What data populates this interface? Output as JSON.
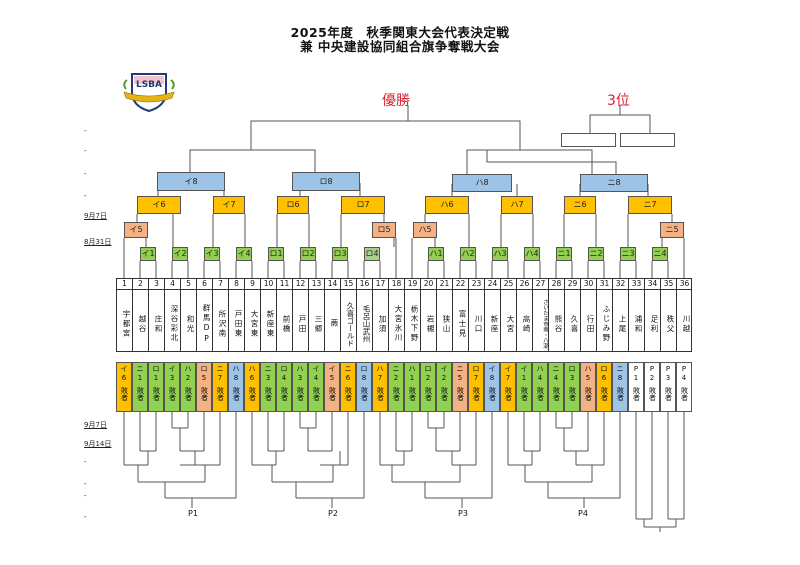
{
  "header": {
    "title_line1": "2025年度　秋季関東大会代表決定戦",
    "title_line2": "兼 中央建設協同組合旗争奪戦大会"
  },
  "logo": {
    "text": "LSBA",
    "icon": "baseball-shield-emblem"
  },
  "labels": {
    "champion": "優勝",
    "third_place": "3位"
  },
  "colors": {
    "blue": "#9dc3e6",
    "orange": "#ffc000",
    "salmon": "#f4b183",
    "green": "#92d050",
    "light_green": "#a9d18e",
    "red_text": "#d9252f"
  },
  "side_dates_top": [
    "-",
    "-",
    "-",
    "-",
    "9月7日",
    "8月31日"
  ],
  "side_dates_bottom": [
    "9月7日",
    "9月14日",
    "-",
    "-",
    "-",
    "-"
  ],
  "games": {
    "i8": "イ8",
    "ro8": "ロ8",
    "ha8": "ハ8",
    "ni8": "ニ8",
    "i6": "イ6",
    "i7": "イ7",
    "ro6": "ロ6",
    "ro7": "ロ7",
    "ha6": "ハ6",
    "ha7": "ハ7",
    "ni6": "ニ6",
    "ni7": "ニ7",
    "i5": "イ5",
    "ro5": "ロ5",
    "ha5": "ハ5",
    "ni5": "ニ5",
    "i1": "イ1",
    "i2": "イ2",
    "i3": "イ3",
    "i4": "イ4",
    "ro1": "ロ1",
    "ro2": "ロ2",
    "ro3": "ロ3",
    "ro4": "ロ4",
    "ha1": "ハ1",
    "ha2": "ハ2",
    "ha3": "ハ3",
    "ha4": "ハ4",
    "ni1": "ニ1",
    "ni2": "ニ2",
    "ni3": "ニ3",
    "ni4": "ニ4"
  },
  "teams": [
    {
      "no": "1",
      "name": "宇都宮"
    },
    {
      "no": "2",
      "name": "越谷"
    },
    {
      "no": "3",
      "name": "庄和"
    },
    {
      "no": "4",
      "name": "深谷彩北"
    },
    {
      "no": "5",
      "name": "和光"
    },
    {
      "no": "6",
      "name": "群馬DP"
    },
    {
      "no": "7",
      "name": "所沢南"
    },
    {
      "no": "8",
      "name": "戸田東"
    },
    {
      "no": "9",
      "name": "大宮東"
    },
    {
      "no": "10",
      "name": "新座東"
    },
    {
      "no": "11",
      "name": "前橋"
    },
    {
      "no": "12",
      "name": "戸田"
    },
    {
      "no": "13",
      "name": "三郷"
    },
    {
      "no": "14",
      "name": "蕨"
    },
    {
      "no": "15",
      "name": "久喜ゴールド"
    },
    {
      "no": "16",
      "name": "毛呂山武州"
    },
    {
      "no": "17",
      "name": "加須"
    },
    {
      "no": "18",
      "name": "大宮氷川"
    },
    {
      "no": "19",
      "name": "栃木下野"
    },
    {
      "no": "20",
      "name": "岩槻"
    },
    {
      "no": "21",
      "name": "狭山"
    },
    {
      "no": "22",
      "name": "富士見"
    },
    {
      "no": "23",
      "name": "川口"
    },
    {
      "no": "24",
      "name": "新座"
    },
    {
      "no": "25",
      "name": "大宮"
    },
    {
      "no": "26",
      "name": "高崎"
    },
    {
      "no": "27",
      "name": "さいたま市南・八潮"
    },
    {
      "no": "28",
      "name": "熊谷"
    },
    {
      "no": "29",
      "name": "久喜"
    },
    {
      "no": "30",
      "name": "行田"
    },
    {
      "no": "31",
      "name": "ふじみ野"
    },
    {
      "no": "32",
      "name": "上尾"
    },
    {
      "no": "33",
      "name": "浦和"
    },
    {
      "no": "34",
      "name": "足利"
    },
    {
      "no": "35",
      "name": "秩父"
    },
    {
      "no": "36",
      "name": "川越"
    }
  ],
  "loser_suffix": "敗者",
  "losers": [
    {
      "game": "イ6",
      "color": "orange"
    },
    {
      "game": "ニ1",
      "color": "green"
    },
    {
      "game": "ロ1",
      "color": "green"
    },
    {
      "game": "イ3",
      "color": "green"
    },
    {
      "game": "ハ2",
      "color": "green"
    },
    {
      "game": "ロ5",
      "color": "salmon"
    },
    {
      "game": "ニ7",
      "color": "orange"
    },
    {
      "game": "ハ8",
      "color": "blue"
    },
    {
      "game": "ハ6",
      "color": "orange"
    },
    {
      "game": "ニ3",
      "color": "green"
    },
    {
      "game": "ロ4",
      "color": "green"
    },
    {
      "game": "ハ3",
      "color": "green"
    },
    {
      "game": "イ4",
      "color": "green"
    },
    {
      "game": "イ5",
      "color": "salmon"
    },
    {
      "game": "ニ6",
      "color": "orange"
    },
    {
      "game": "ロ8",
      "color": "blue"
    },
    {
      "game": "ハ7",
      "color": "orange"
    },
    {
      "game": "ニ2",
      "color": "green"
    },
    {
      "game": "ハ1",
      "color": "green"
    },
    {
      "game": "ロ2",
      "color": "green"
    },
    {
      "game": "イ2",
      "color": "green"
    },
    {
      "game": "ニ5",
      "color": "salmon"
    },
    {
      "game": "ロ7",
      "color": "orange"
    },
    {
      "game": "イ8",
      "color": "blue"
    },
    {
      "game": "イ7",
      "color": "orange"
    },
    {
      "game": "イ1",
      "color": "green"
    },
    {
      "game": "ハ4",
      "color": "green"
    },
    {
      "game": "ニ4",
      "color": "green"
    },
    {
      "game": "ロ3",
      "color": "green"
    },
    {
      "game": "ハ5",
      "color": "salmon"
    },
    {
      "game": "ロ6",
      "color": "orange"
    },
    {
      "game": "ニ8",
      "color": "blue"
    },
    {
      "game": "P1",
      "color": "white"
    },
    {
      "game": "P2",
      "color": "white"
    },
    {
      "game": "P3",
      "color": "white"
    },
    {
      "game": "P4",
      "color": "white"
    }
  ],
  "playoffs": [
    "P1",
    "P2",
    "P3",
    "P4"
  ]
}
